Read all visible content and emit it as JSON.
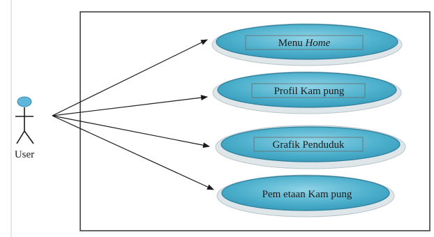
{
  "actor": {
    "name": "User"
  },
  "use_cases": [
    {
      "label": "Menu ",
      "label_italic": "Home"
    },
    {
      "label": "Profil Kam pung"
    },
    {
      "label": "Grafik Penduduk"
    },
    {
      "label": "Pem etaan Kam pung"
    }
  ],
  "colors": {
    "ellipse_fill": "#4aaecb",
    "ellipse_highlight": "#8fd3e6",
    "ellipse_stroke": "#2b7f9a",
    "ellipse_rim": "#dfe6ea",
    "boundary_stroke": "#333333",
    "arrow_stroke": "#1a1a1a",
    "actor_head": "#5fb8dc"
  }
}
